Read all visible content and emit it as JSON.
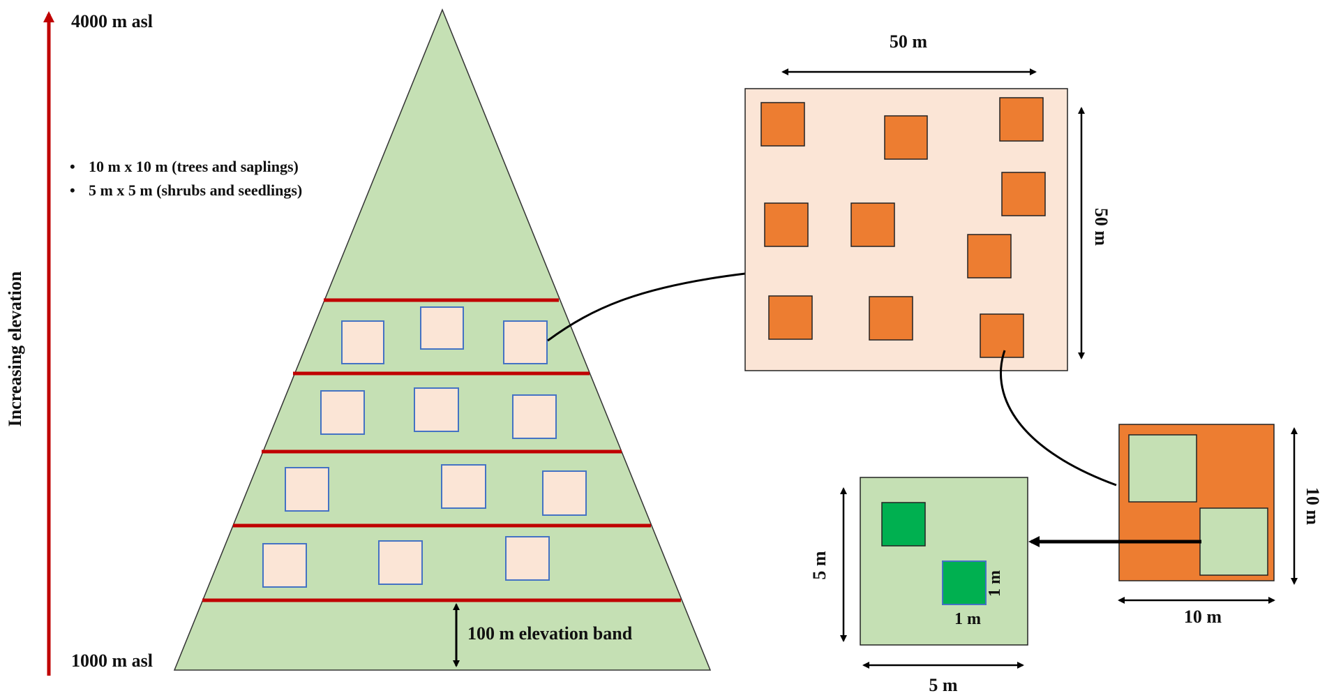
{
  "colors": {
    "mountain_fill": "#c5e0b4",
    "band_line": "#c00000",
    "plot_fill_light": "#fbe5d6",
    "plot_outline_blue": "#4472c4",
    "subplot_orange": "#ed7d31",
    "quadrat_green": "#00b050",
    "arrow_red": "#c00000"
  },
  "elevation_axis": {
    "label": "Increasing elevation",
    "top_label": "4000 m asl",
    "bottom_label": "1000 m asl"
  },
  "bullets": [
    "10 m x 10 m (trees and saplings)",
    "5 m x  5 m (shrubs and seedlings)"
  ],
  "band_label": "100 m elevation band",
  "plot_50": {
    "width_label": "50 m",
    "height_label": "50 m"
  },
  "plot_10": {
    "width_label": "10 m",
    "height_label": "10 m"
  },
  "plot_5": {
    "width_label": "5 m",
    "height_label": "5 m",
    "quadrat_w_label": "1 m",
    "quadrat_h_label": "1 m"
  }
}
